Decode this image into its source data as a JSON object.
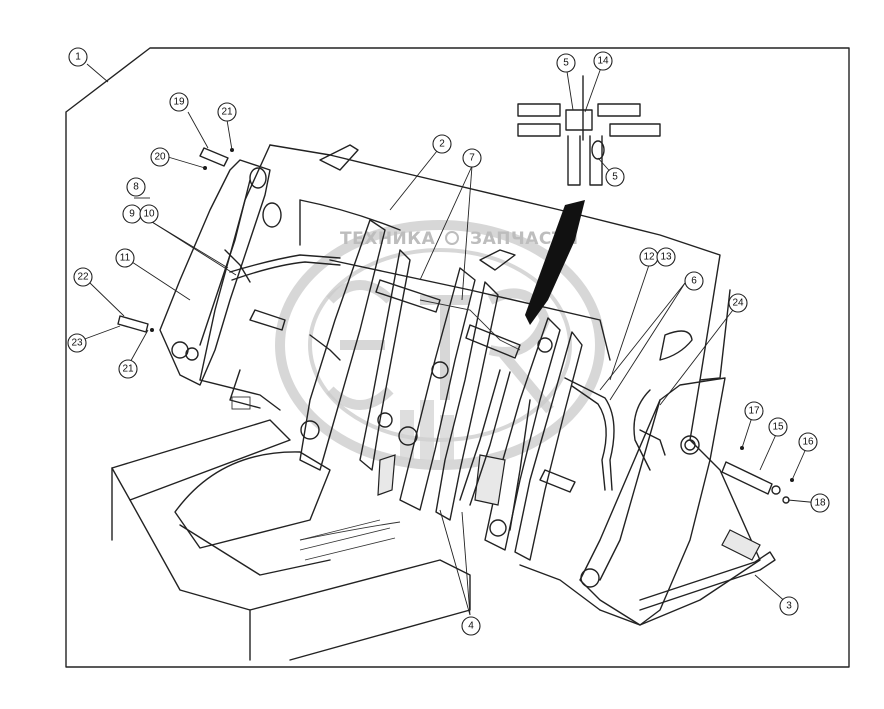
{
  "watermark": {
    "text_left": "ТЕХНИКА",
    "text_right": "ЗАПЧАСТИ",
    "logo_letters": "ЭТЗ"
  },
  "callouts": [
    {
      "id": "c1",
      "label": "1"
    },
    {
      "id": "c2",
      "label": "2"
    },
    {
      "id": "c3",
      "label": "3"
    },
    {
      "id": "c4",
      "label": "4"
    },
    {
      "id": "c5a",
      "label": "5"
    },
    {
      "id": "c5b",
      "label": "5"
    },
    {
      "id": "c6",
      "label": "6"
    },
    {
      "id": "c7",
      "label": "7"
    },
    {
      "id": "c8",
      "label": "8"
    },
    {
      "id": "c9",
      "label": "9"
    },
    {
      "id": "c10",
      "label": "10"
    },
    {
      "id": "c11",
      "label": "11"
    },
    {
      "id": "c12",
      "label": "12"
    },
    {
      "id": "c13",
      "label": "13"
    },
    {
      "id": "c14",
      "label": "14"
    },
    {
      "id": "c15",
      "label": "15"
    },
    {
      "id": "c16",
      "label": "16"
    },
    {
      "id": "c17",
      "label": "17"
    },
    {
      "id": "c18",
      "label": "18"
    },
    {
      "id": "c19",
      "label": "19"
    },
    {
      "id": "c20",
      "label": "20"
    },
    {
      "id": "c21a",
      "label": "21"
    },
    {
      "id": "c21b",
      "label": "21"
    },
    {
      "id": "c22",
      "label": "22"
    },
    {
      "id": "c23",
      "label": "23"
    },
    {
      "id": "c24",
      "label": "24"
    }
  ]
}
